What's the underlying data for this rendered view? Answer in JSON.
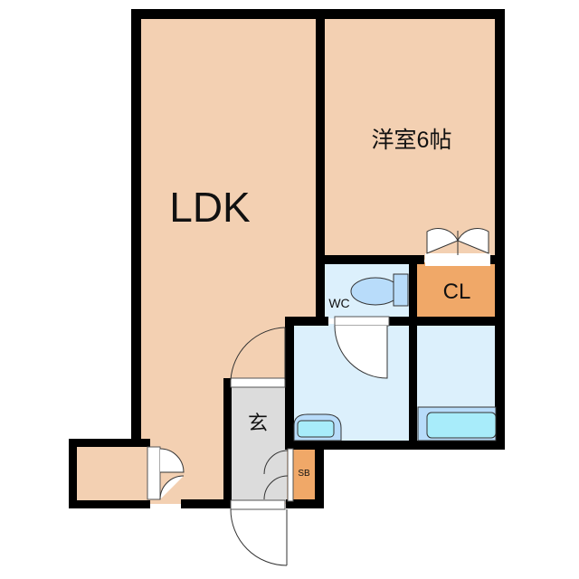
{
  "rooms": {
    "ldk": "LDK",
    "western": "洋室6帖",
    "wc": "WC",
    "closet": "CL",
    "entrance": "玄",
    "shoe_box": "SB"
  },
  "colors": {
    "wood": "#f3d0b2",
    "water": "#dcf0fc",
    "storage": "#f0a868",
    "entrance": "#dcdcdc",
    "wall": "#000000",
    "fixture": "#b8dcfa",
    "tub": "#a8ecfa"
  }
}
